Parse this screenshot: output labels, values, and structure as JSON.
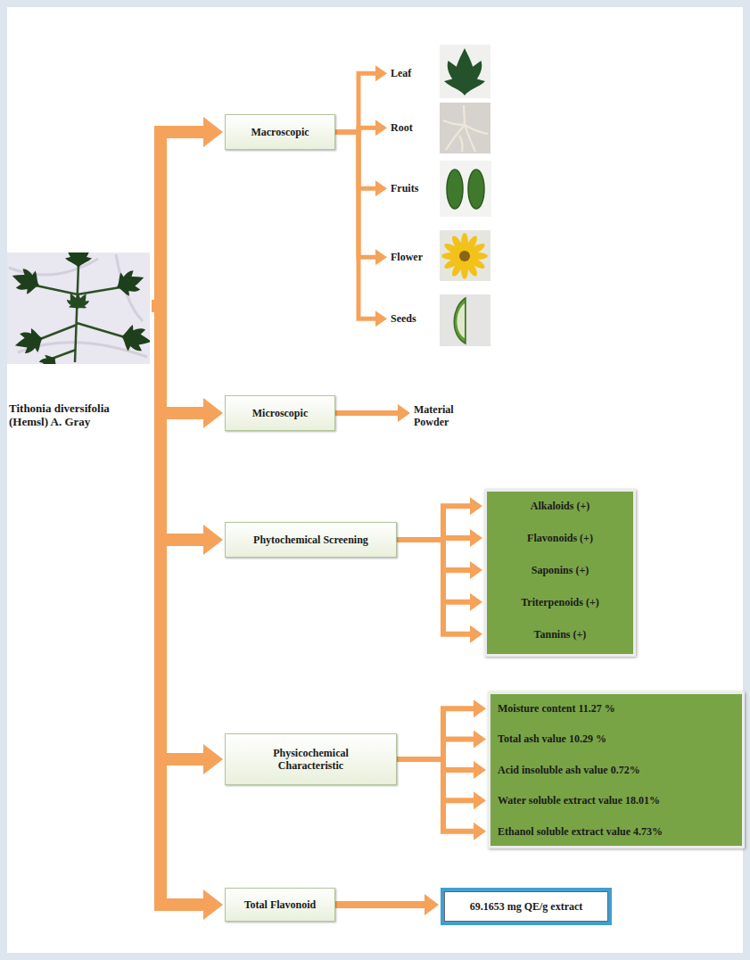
{
  "diagram": {
    "nodes": [
      {
        "text": [
          "Tithonia diversifolia (Hemsl) A. Gray"
        ]
      },
      {
        "text": [
          "Macroscopic"
        ]
      },
      {
        "text": [
          "Leaf"
        ]
      },
      {
        "text": [
          "Root"
        ]
      },
      {
        "text": [
          "Fruits"
        ]
      },
      {
        "text": [
          "Flower"
        ]
      },
      {
        "text": [
          "Seeds"
        ]
      },
      {
        "text": [
          "Microscopic"
        ]
      },
      {
        "text": [
          "Material Powder"
        ]
      },
      {
        "text": [
          "Phytochemical Screening"
        ]
      },
      {
        "text": [
          "Alkaloids (+)",
          "Flavonoids (+)",
          "Saponins (+)",
          "Triterpenoids (+)",
          "Tannins (+)"
        ]
      },
      {
        "text": [
          "Physicochemical Characteristic"
        ]
      },
      {
        "text": [
          "Moisture content 11.27 %",
          "Total ash value 10.29 %",
          "Acid insoluble ash value 0.72%",
          "Water soluble extract value 18.01%",
          "Ethanol soluble extract value 4.73%"
        ]
      },
      {
        "text": [
          "Total Flavonoid"
        ]
      },
      {
        "text": [
          "69.1653 mg QE/g extract"
        ]
      }
    ],
    "edges": [
      {
        "from": 0,
        "to": 1,
        "arrow": "to"
      },
      {
        "from": 0,
        "to": 7,
        "arrow": "to"
      },
      {
        "from": 0,
        "to": 9,
        "arrow": "to"
      },
      {
        "from": 0,
        "to": 11,
        "arrow": "to"
      },
      {
        "from": 0,
        "to": 13,
        "arrow": "to"
      },
      {
        "from": 1,
        "to": 2,
        "arrow": "to"
      },
      {
        "from": 1,
        "to": 3,
        "arrow": "to"
      },
      {
        "from": 1,
        "to": 4,
        "arrow": "to"
      },
      {
        "from": 1,
        "to": 5,
        "arrow": "to"
      },
      {
        "from": 1,
        "to": 6,
        "arrow": "to"
      },
      {
        "from": 7,
        "to": 8,
        "arrow": "to"
      },
      {
        "from": 9,
        "to": 10,
        "arrow": "to"
      },
      {
        "from": 11,
        "to": 12,
        "arrow": "to"
      },
      {
        "from": 13,
        "to": 14,
        "arrow": "to"
      }
    ]
  }
}
